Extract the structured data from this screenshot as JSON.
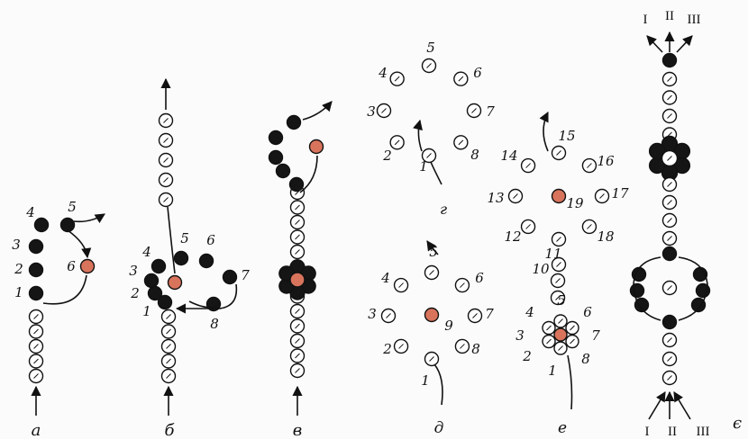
{
  "colors": {
    "paper": "#fbfbfb",
    "ink": "#111111",
    "white_bead": "#ffffff",
    "black_bead": "#151515",
    "red_bead": "#d9745c"
  },
  "panels": [
    {
      "id": "a",
      "label": "а",
      "numbers": [
        "1",
        "2",
        "3",
        "4",
        "5",
        "6"
      ]
    },
    {
      "id": "b",
      "label": "б",
      "numbers": [
        "1",
        "2",
        "3",
        "4",
        "5",
        "6",
        "7",
        "8"
      ]
    },
    {
      "id": "v",
      "label": "в",
      "numbers": []
    },
    {
      "id": "g",
      "label": "г",
      "numbers": [
        "1",
        "2",
        "3",
        "4",
        "5",
        "6",
        "7",
        "8"
      ]
    },
    {
      "id": "d",
      "label": "д",
      "numbers": [
        "1",
        "2",
        "3",
        "4",
        "5",
        "6",
        "7",
        "8",
        "9"
      ]
    },
    {
      "id": "e",
      "label": "е",
      "numbers": [
        "1",
        "2",
        "3",
        "4",
        "5",
        "6",
        "7",
        "8",
        "10",
        "11",
        "12",
        "13",
        "14",
        "15",
        "16",
        "17",
        "18",
        "19"
      ]
    },
    {
      "id": "ye",
      "label": "є",
      "numbers": []
    }
  ],
  "threads_top": [
    "I",
    "II",
    "III"
  ],
  "threads_bottom": [
    "I",
    "II",
    "III"
  ]
}
